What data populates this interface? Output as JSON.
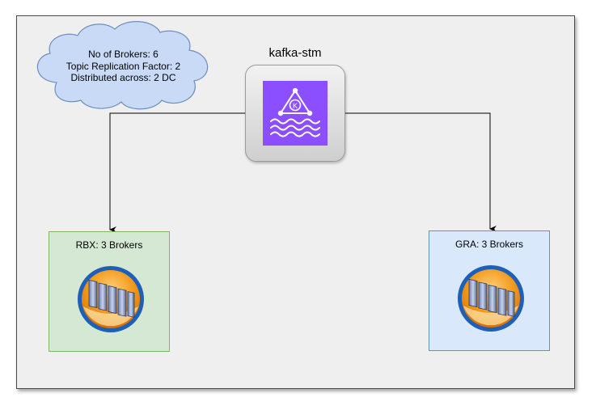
{
  "cloud_note": {
    "line1": "No of Brokers: 6",
    "line2": "Topic Replication Factor: 2",
    "line3": "Distributed across: 2 DC"
  },
  "cluster": {
    "title": "kafka-stm",
    "icon": "amazon-msk-kafka-icon",
    "icon_color": "#8c4fff"
  },
  "datacenters": [
    {
      "label": "RBX: 3 Brokers",
      "fill": "#d5e8d4",
      "border": "#82b366",
      "icon": "server-cluster-icon"
    },
    {
      "label": "GRA: 3 Brokers",
      "fill": "#dae8fc",
      "border": "#6c8ebf",
      "icon": "server-cluster-icon"
    }
  ],
  "colors": {
    "background": "#efefef",
    "cloud_fill": "#c8daf6",
    "cloud_stroke": "#6c8ebf",
    "connector": "#000000"
  }
}
